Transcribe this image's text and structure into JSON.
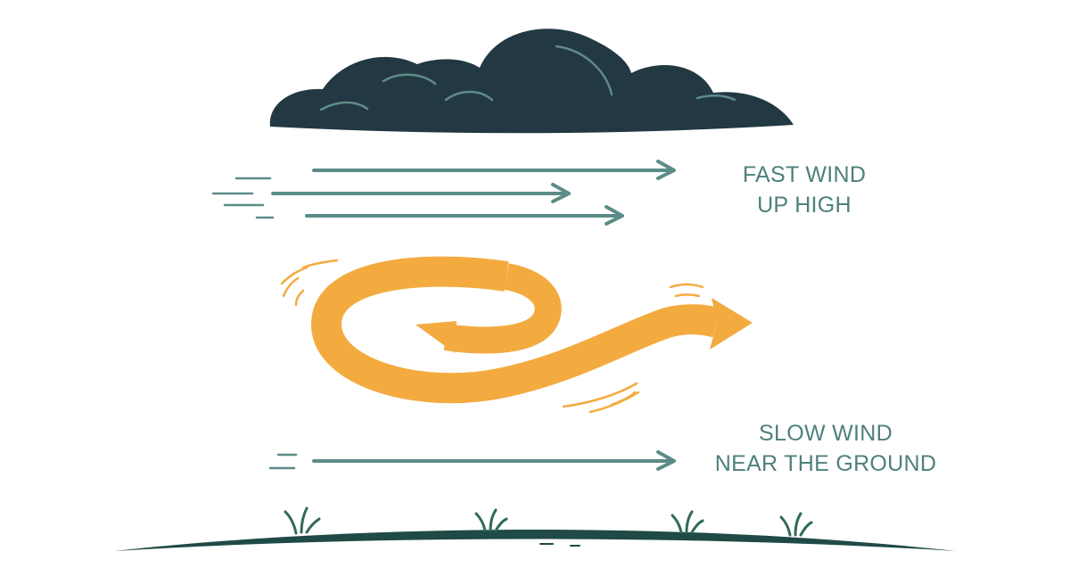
{
  "labels": {
    "fast_wind": {
      "line1": "FAST WIND",
      "line2": "UP HIGH"
    },
    "slow_wind": {
      "line1": "SLOW WIND",
      "line2": "NEAR THE GROUND"
    }
  },
  "colors": {
    "cloud": "#223843",
    "cloud_highlight": "#5f8c86",
    "wind_arrow": "#5b8c87",
    "label_text": "#4e807c",
    "rotation_arrow": "#f3ab40",
    "ground": "#1f4a45",
    "grass": "#2f6a58",
    "background": "#ffffff"
  },
  "icons": {
    "cloud": "storm-cloud-icon",
    "rotation": "rolling-wind-arrow-icon",
    "grass": "grass-tuft-icon"
  }
}
